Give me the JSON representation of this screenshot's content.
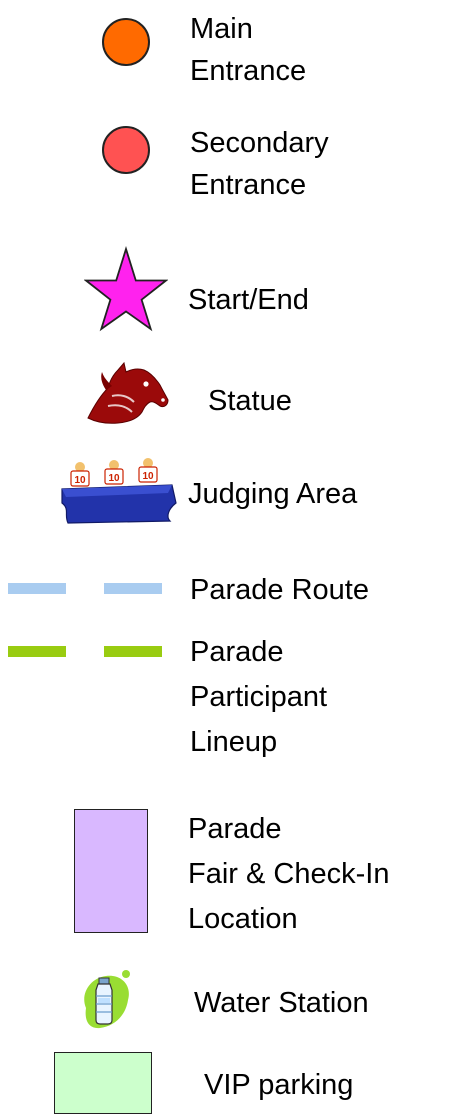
{
  "legend": {
    "items": [
      {
        "key": "main_entrance",
        "symbol": "orange-circle-icon",
        "color": "#FF6A00",
        "lines": [
          "Main",
          "Entrance"
        ]
      },
      {
        "key": "secondary_entrance",
        "symbol": "red-circle-icon",
        "color": "#FF5252",
        "lines": [
          "Secondary",
          "Entrance"
        ]
      },
      {
        "key": "start_end",
        "symbol": "magenta-star-icon",
        "color": "#FF22EE",
        "label": "Start/End"
      },
      {
        "key": "statue",
        "symbol": "horse-head-icon",
        "color": "#8B0000",
        "label": "Statue"
      },
      {
        "key": "judging_area",
        "symbol": "judges-table-icon",
        "color": "#2233AA",
        "label": "Judging Area",
        "score_cards": [
          "10",
          "10",
          "10"
        ]
      },
      {
        "key": "parade_route",
        "symbol": "blue-dashed-line",
        "color": "#A9CCF0",
        "label": "Parade Route"
      },
      {
        "key": "lineup",
        "symbol": "green-dashed-line",
        "color": "#99CC11",
        "lines": [
          "Parade",
          "Participant",
          "Lineup"
        ]
      },
      {
        "key": "fair_checkin",
        "symbol": "purple-rectangle",
        "color": "#D9B8FF",
        "lines": [
          "Parade",
          "Fair & Check-In",
          "Location"
        ]
      },
      {
        "key": "water_station",
        "symbol": "water-bottle-icon",
        "color": "#99DD33",
        "label": "Water Station"
      },
      {
        "key": "vip_parking",
        "symbol": "green-rectangle",
        "color": "#CCFFCC",
        "label": "VIP parking"
      }
    ]
  }
}
